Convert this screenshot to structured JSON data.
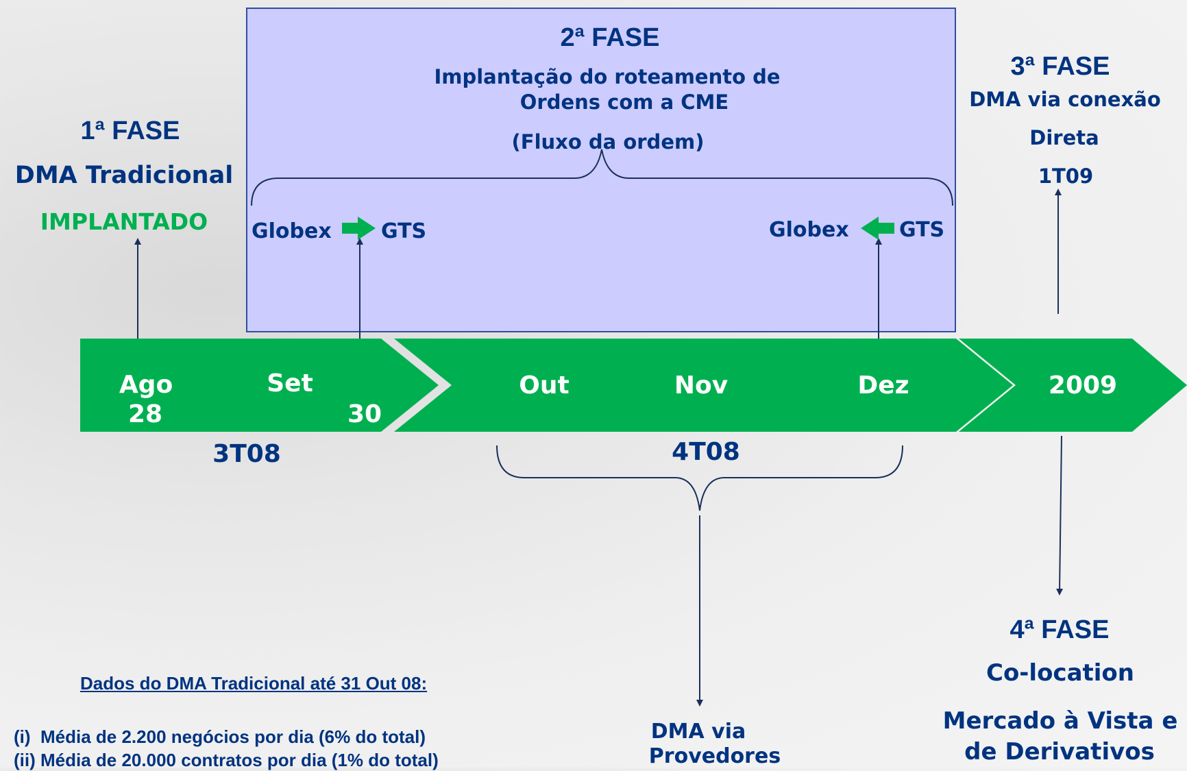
{
  "phase1": {
    "title": "1ª FASE",
    "subtitle": "DMA Tradicional",
    "status": "IMPLANTADO"
  },
  "phase2": {
    "title": "2ª FASE",
    "line1": "Implantação do roteamento de",
    "line2": "Ordens com a CME",
    "line3": "(Fluxo da ordem)",
    "left_from": "Globex",
    "left_to": "GTS",
    "right_from": "Globex",
    "right_to": "GTS"
  },
  "phase3": {
    "title": "3ª FASE",
    "line1": "DMA via conexão",
    "line2": "Direta",
    "line3": "1T09"
  },
  "phase4": {
    "title": "4ª FASE",
    "line1": "Co-location",
    "line2": "Mercado à Vista e",
    "line3": "de Derivativos"
  },
  "timeline": {
    "ago": "Ago",
    "ago_day": "28",
    "set": "Set",
    "set_day": "30",
    "out": "Out",
    "nov": "Nov",
    "dez": "Dez",
    "year": "2009",
    "q3": "3T08",
    "q4": "4T08"
  },
  "providers": {
    "line1": "DMA via",
    "line2": "Provedores"
  },
  "stats": {
    "heading": "Dados do DMA Tradicional até 31 Out 08:",
    "item1": "(i)  Média de 2.200 negócios por dia (6% do total)",
    "item2": "(ii) Média de 20.000 contratos por dia (1% do total)"
  },
  "colors": {
    "green": "#00b050",
    "navy": "#003380",
    "box_fill": "#ccccff"
  }
}
